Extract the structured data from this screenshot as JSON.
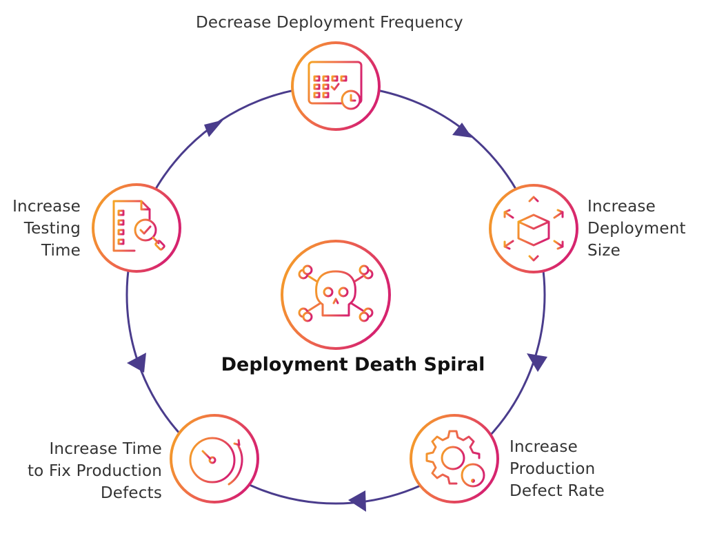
{
  "center_title": "Deployment Death Spiral",
  "nodes": {
    "top": {
      "lines": [
        "Decrease Deployment Frequency"
      ],
      "icon": "calendar-clock-icon"
    },
    "right": {
      "lines": [
        "Increase",
        "Deployment",
        "Size"
      ],
      "icon": "expanding-box-icon"
    },
    "bottom_right": {
      "lines": [
        "Increase",
        "Production",
        "Defect Rate"
      ],
      "icon": "gear-warning-icon"
    },
    "bottom_left": {
      "lines": [
        "Increase Time",
        "to Fix Production",
        "Defects"
      ],
      "icon": "clock-refresh-icon"
    },
    "left": {
      "lines": [
        "Increase",
        "Testing",
        "Time"
      ],
      "icon": "checklist-magnifier-icon"
    },
    "center": {
      "icon": "skull-crossbones-icon"
    }
  },
  "colors": {
    "cycle": "#4a3c8c",
    "arrow": "#4a3c8c",
    "gradient_start": "#f5a623",
    "gradient_mid": "#ef6b4a",
    "gradient_end": "#d6246e",
    "text": "#333333"
  }
}
